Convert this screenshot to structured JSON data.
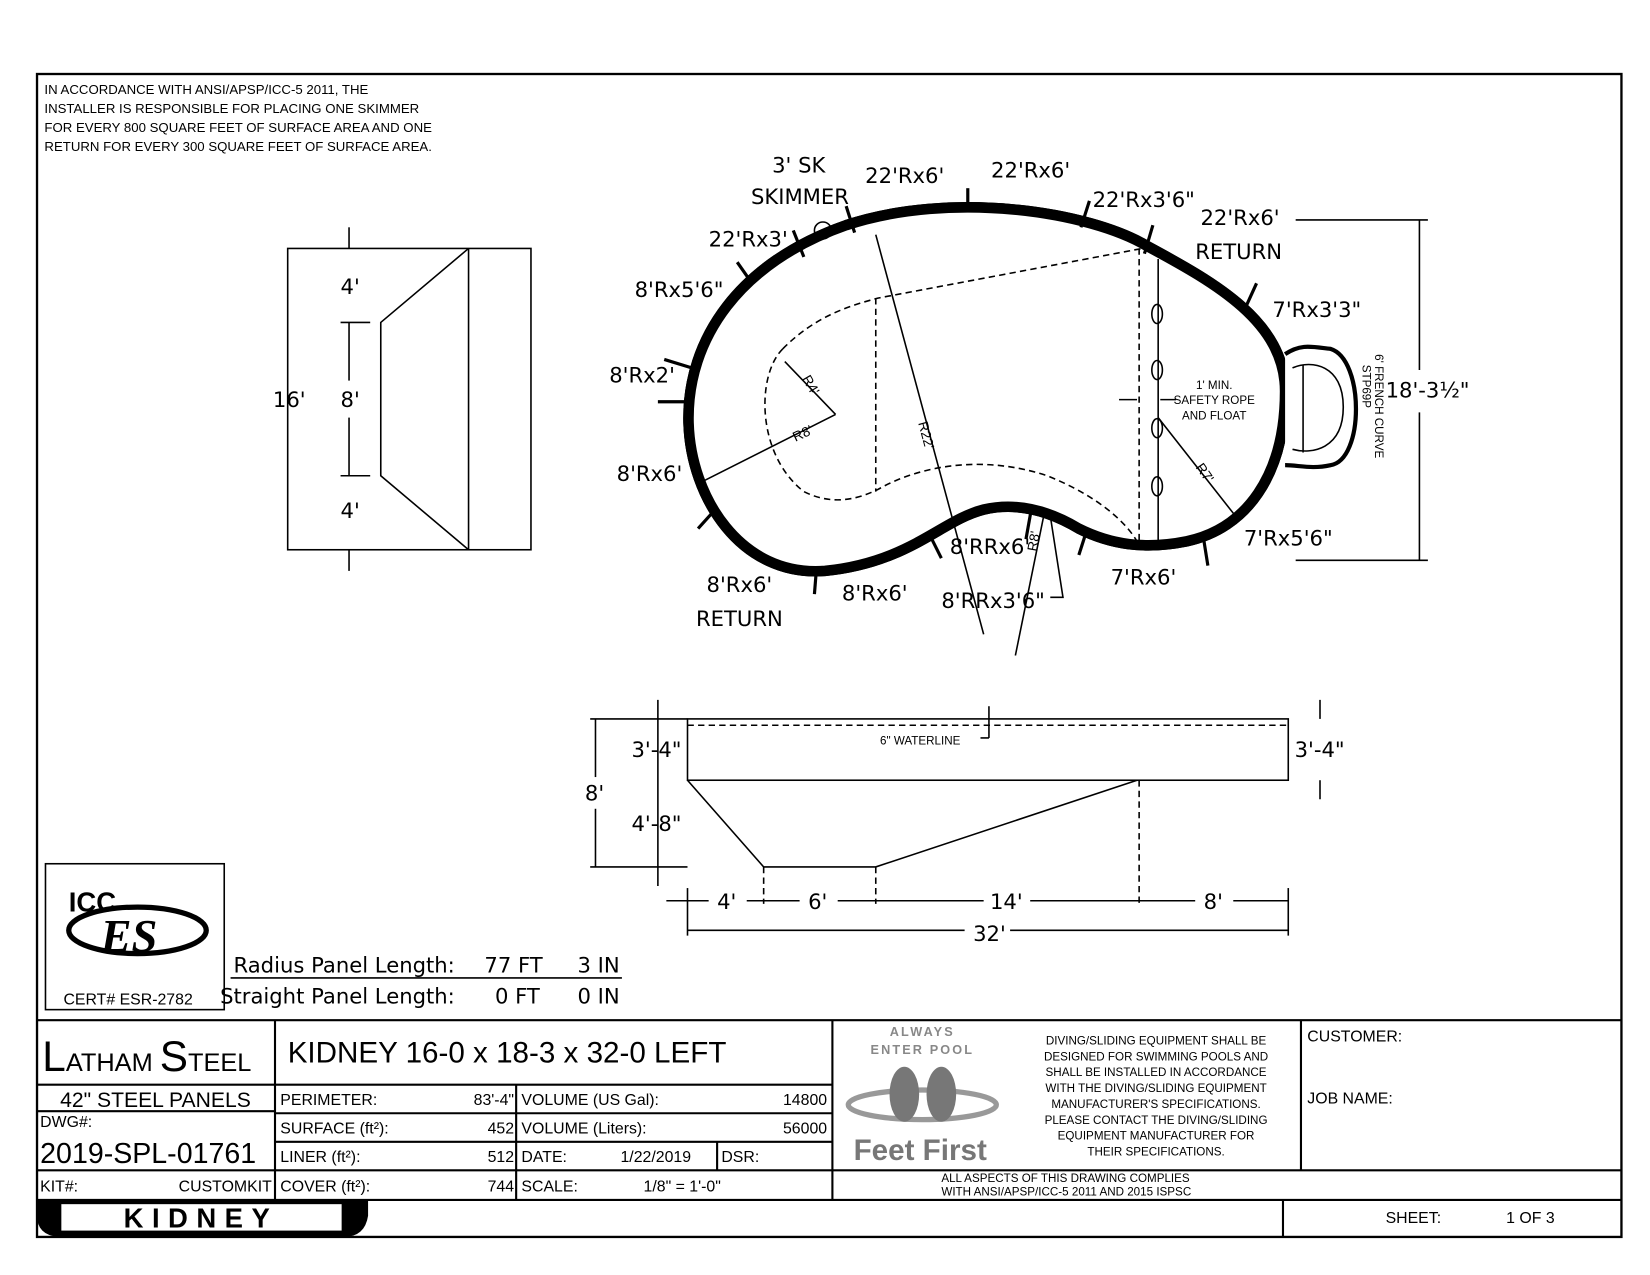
{
  "note": [
    "IN ACCORDANCE WITH ANSI/APSP/ICC-5 2011, THE",
    "INSTALLER IS RESPONSIBLE FOR PLACING ONE SKIMMER",
    "FOR EVERY 800 SQUARE FEET OF SURFACE AREA AND ONE",
    "RETURN FOR EVERY 300 SQUARE FEET OF SURFACE AREA."
  ],
  "width_section": {
    "total": "16'",
    "top": "4'",
    "middle_left": "8'",
    "bottom": "4'"
  },
  "plan": {
    "panels": [
      "3' SK",
      "SKIMMER",
      "22'Rx6'",
      "22'Rx6'",
      "22'Rx3'6\"",
      "22'Rx6'",
      "RETURN",
      "22'Rx3'",
      "8'Rx5'6\"",
      "7'Rx3'3\"",
      "8'Rx2'",
      "8'Rx6'",
      "7'Rx5'6\"",
      "8'RRx6'",
      "7'Rx6'",
      "8'Rx6'",
      "RETURN",
      "8'Rx6'",
      "8'RRx3'6\""
    ],
    "radii": {
      "r4": "R4'",
      "r8": "R8'",
      "r22": "R22'",
      "r7": "R7'",
      "r8b": "R8'"
    },
    "rope": [
      "1' MIN.",
      "SAFETY ROPE",
      "AND FLOAT"
    ],
    "steps": [
      "6' FRENCH CURVE",
      "STP69P"
    ],
    "overall_width": "18'-3½\""
  },
  "elevation": {
    "shallow_left": "3'-4\"",
    "shallow_right": "3'-4\"",
    "waterline": "6\" WATERLINE",
    "total_depth": "8'",
    "deep": "4'-8\"",
    "segments": [
      "4'",
      "6'",
      "14'",
      "8'"
    ],
    "length": "32'"
  },
  "icc": {
    "logo_top": "ICC",
    "logo_main": "ES",
    "cert": "CERT# ESR-2782"
  },
  "panel_lengths": [
    {
      "label": "Radius Panel Length:",
      "ft": "77 FT",
      "in": "3 IN"
    },
    {
      "label": "Straight Panel Length:",
      "ft": "0 FT",
      "in": "0 IN"
    }
  ],
  "title_block": {
    "brand_l": "L",
    "brand_atham": "ATHAM ",
    "brand_s": "S",
    "brand_teel": "TEEL",
    "title": "KIDNEY 16-0 x 18-3 x 32-0 LEFT",
    "panels": "42\"  STEEL PANELS",
    "dwg_label": "DWG#:",
    "dwg": "2019-SPL-01761",
    "kit_label": "KIT#:",
    "kit": "CUSTOMKIT",
    "badge": "KIDNEY",
    "rows": [
      {
        "label": "PERIMETER:",
        "value": "83'-4\"",
        "label2": "VOLUME (US Gal):",
        "value2": "14800"
      },
      {
        "label": "SURFACE (ft²):",
        "value": "452",
        "label2": "VOLUME (Liters):",
        "value2": "56000"
      },
      {
        "label": "LINER (ft²):",
        "value": "512",
        "label2": "DATE:",
        "value2": "1/22/2019",
        "label3": "DSR:"
      },
      {
        "label": "COVER (ft²):",
        "value": "744",
        "label2": "SCALE:",
        "value2": "1/8\" = 1'-0\""
      }
    ],
    "logo": {
      "top1": "ALWAYS",
      "top2": "ENTER POOL",
      "bottom": "Feet First"
    },
    "diving": [
      "DIVING/SLIDING EQUIPMENT SHALL BE",
      "DESIGNED FOR SWIMMING POOLS AND",
      "SHALL BE INSTALLED IN ACCORDANCE",
      "WITH THE DIVING/SLIDING EQUIPMENT",
      "MANUFACTURER'S SPECIFICATIONS.",
      "PLEASE CONTACT THE DIVING/SLIDING",
      "EQUIPMENT MANUFACTURER FOR",
      "THEIR SPECIFICATIONS."
    ],
    "complies": [
      "ALL ASPECTS OF THIS DRAWING COMPLIES",
      "WITH ANSI/APSP/ICC-5 2011 AND 2015 ISPSC"
    ],
    "customer_label": "CUSTOMER:",
    "job_label": "JOB NAME:",
    "sheet_label": "SHEET:",
    "sheet": "1 OF 3"
  }
}
